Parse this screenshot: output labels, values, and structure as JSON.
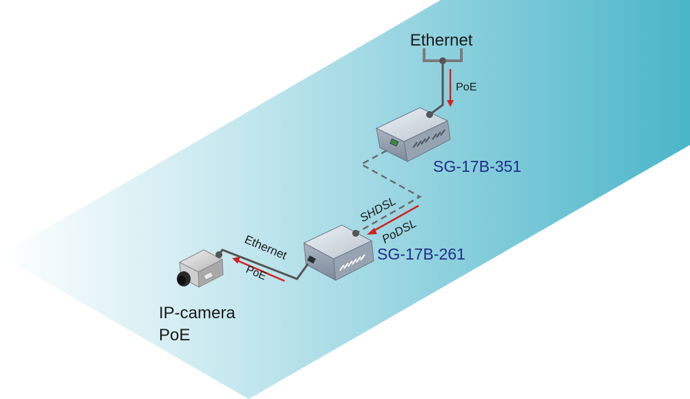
{
  "labels": {
    "ethernet_top": "Ethernet",
    "poe_top": "PoE",
    "device_351": "SG-17B-351",
    "shdsl": "SHDSL",
    "podsl": "PoDSL",
    "device_261": "SG-17B-261",
    "ethernet_mid": "Ethernet",
    "poe_mid": "PoE",
    "camera_line1": "IP-camera",
    "camera_line2": "PoE"
  },
  "colors": {
    "arrow": "#d42020",
    "device_label": "#1f2d86",
    "cable": "#555555"
  }
}
